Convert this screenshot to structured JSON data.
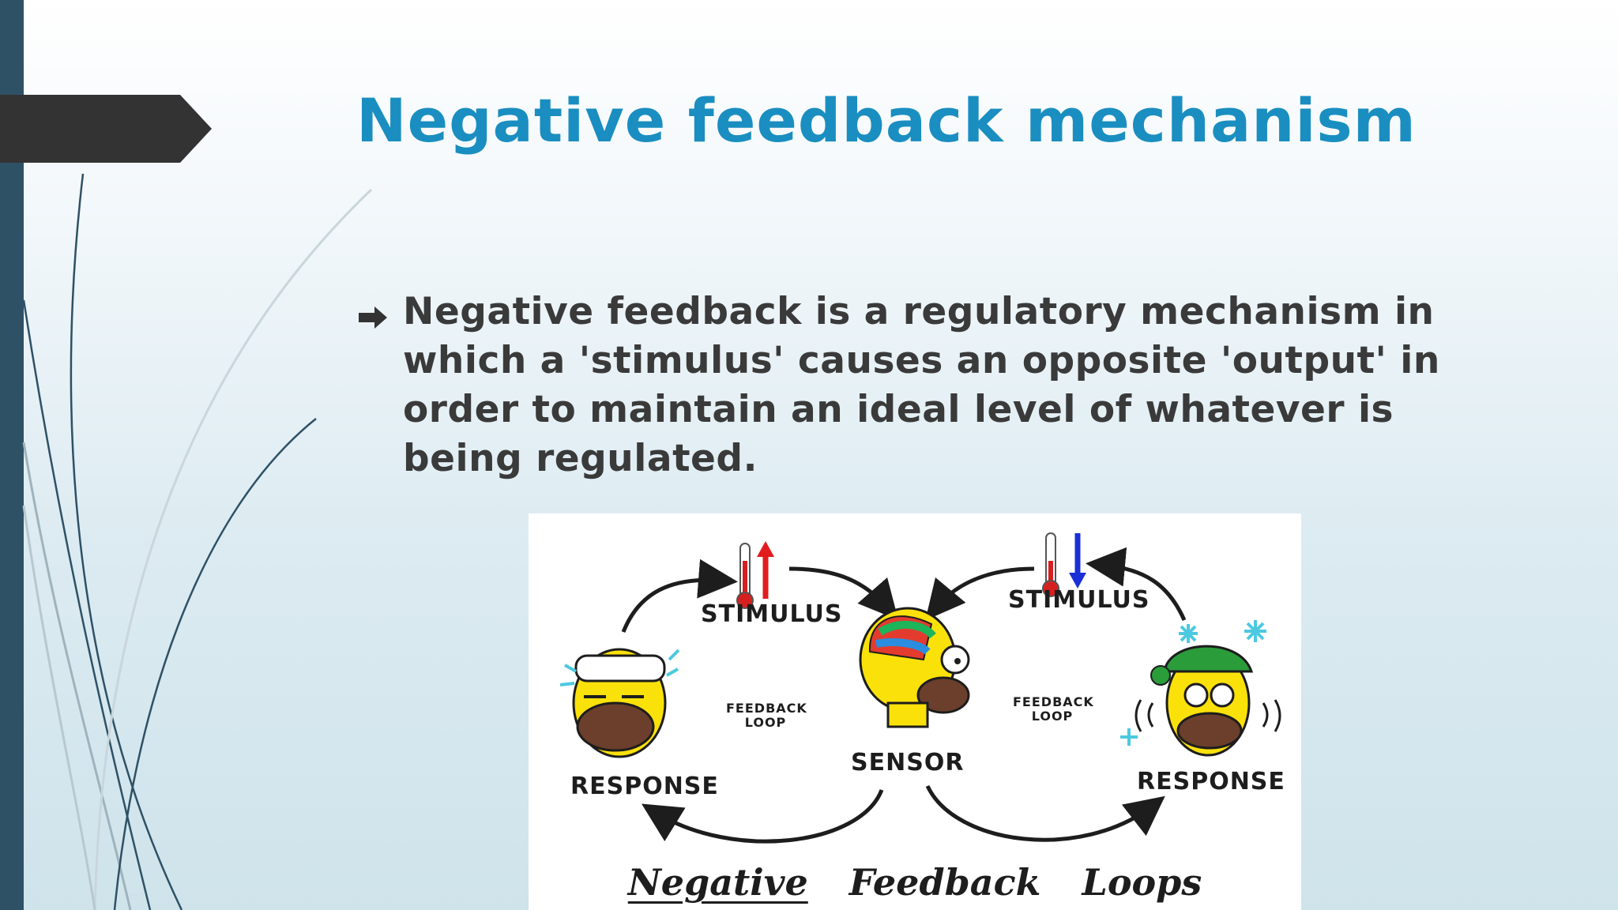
{
  "slide": {
    "title": "Negative feedback mechanism",
    "bullet": {
      "term": "Negative feedback",
      "text": " is a regulatory mechanism in which a 'stimulus' causes an opposite 'output' in order to maintain an ideal level of whatever is being regulated."
    }
  },
  "figure": {
    "stimulus_left": "STIMULUS",
    "stimulus_right": "STIMULUS",
    "response_left": "RESPONSE",
    "response_right": "RESPONSE",
    "sensor": "SENSOR",
    "feedback_loop_left": "FEEDBACK LOOP",
    "feedback_loop_right": "FEEDBACK LOOP",
    "caption": {
      "word1": "Negative",
      "word2": "Feedback",
      "word3": "Loops"
    }
  },
  "colors": {
    "title": "#1a8ec0",
    "body_text": "#3a3a3a",
    "left_bar": "#2e5166",
    "tab": "#333333"
  }
}
